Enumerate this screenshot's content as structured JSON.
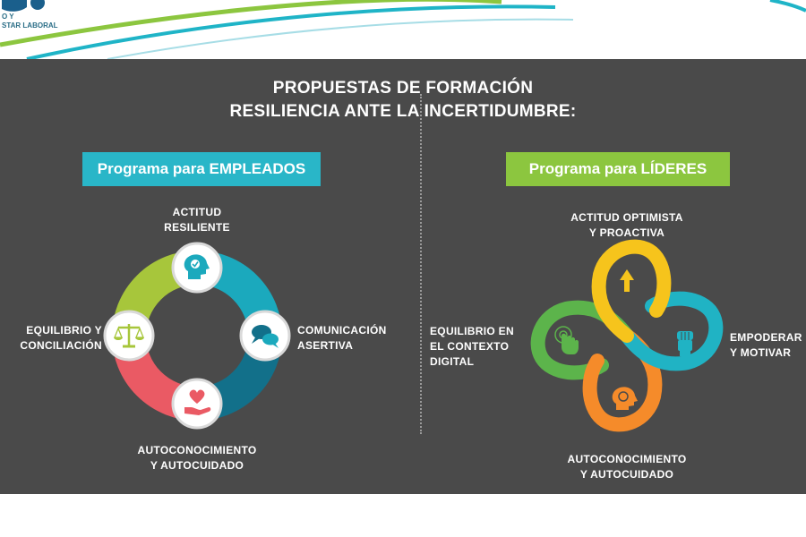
{
  "header": {
    "logo_line1": "O Y",
    "logo_line2": "STAR LABORAL"
  },
  "title": {
    "line1": "PROPUESTAS DE FORMACIÓN",
    "line2": "RESILIENCIA ANTE LA INCERTIDUMBRE:"
  },
  "employees": {
    "banner": "Programa para EMPLEADOS",
    "banner_color": "#29b6c8",
    "items": {
      "top": {
        "line1": "ACTITUD",
        "line2": "RESILIENTE",
        "icon": "head-check-icon"
      },
      "right": {
        "line1": "COMUNICACIÓN",
        "line2": "ASERTIVA",
        "icon": "chat-bubbles-icon"
      },
      "bottom": {
        "line1": "AUTOCONOCIMIENTO",
        "line2": "Y AUTOCUIDADO",
        "icon": "heart-hand-icon"
      },
      "left": {
        "line1": "EQUILIBRIO Y",
        "line2": "CONCILIACIÓN",
        "icon": "scale-icon"
      }
    },
    "ring_colors": {
      "top_right": "#1ba9bd",
      "bottom_right": "#12708a",
      "bottom_left": "#ea5a64",
      "top_left": "#a7c63b"
    }
  },
  "leaders": {
    "banner": "Programa para LÍDERES",
    "banner_color": "#8cc63f",
    "items": {
      "top": {
        "line1": "ACTITUD OPTIMISTA",
        "line2": "Y PROACTIVA",
        "icon": "arrow-up-icon"
      },
      "right": {
        "line1": "EMPODERAR",
        "line2": "Y MOTIVAR",
        "icon": "fist-icon"
      },
      "bottom": {
        "line1": "AUTOCONOCIMIENTO",
        "line2": "Y AUTOCUIDADO",
        "icon": "head-search-icon"
      },
      "left": {
        "line1": "EQUILIBRIO EN",
        "line2": "EL CONTEXTO",
        "line3": "DIGITAL",
        "icon": "touch-hand-icon"
      }
    },
    "loop_colors": {
      "top": "#f6c41c",
      "right": "#20b3c4",
      "bottom": "#f58b2a",
      "left": "#5cb44b"
    }
  }
}
